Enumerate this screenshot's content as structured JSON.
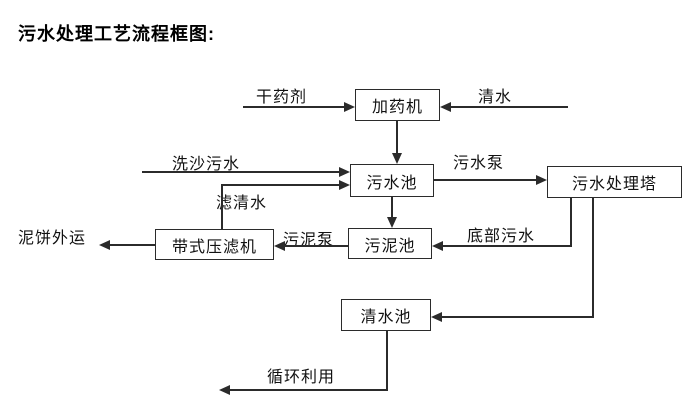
{
  "title": "污水处理工艺流程框图:",
  "nodes": {
    "dosing_machine": {
      "label": "加药机"
    },
    "sewage_pool": {
      "label": "污水池"
    },
    "treatment_tower": {
      "label": "污水处理塔"
    },
    "belt_filter_press": {
      "label": "带式压滤机"
    },
    "sludge_pool": {
      "label": "污泥池"
    },
    "clean_water_pool": {
      "label": "清水池"
    }
  },
  "flow_labels": {
    "dry_agent": "干药剂",
    "clean_water": "清水",
    "sand_wash_sewage": "洗沙污水",
    "filtered_water": "滤清水",
    "sewage_pump": "污水泵",
    "bottom_sewage": "底部污水",
    "sludge_pump": "污泥泵",
    "mud_cake_out": "泥饼外运",
    "recycling": "循环利用"
  },
  "colors": {
    "line": "#2b2b2b",
    "text": "#111111",
    "background": "#ffffff"
  }
}
